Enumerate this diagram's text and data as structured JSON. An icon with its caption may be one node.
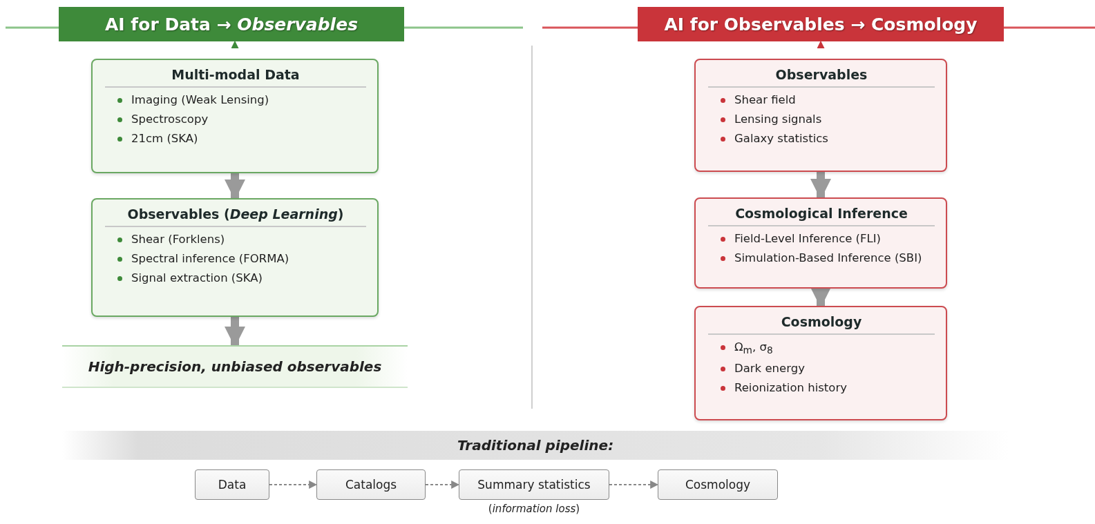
{
  "diagram": {
    "nodes": [
      {
        "text": [
          "AI for Data → *Observables*"
        ]
      },
      {
        "text": [
          "Multi-modal Data",
          "Imaging (Weak Lensing)",
          "Spectroscopy",
          "21cm (SKA)"
        ]
      },
      {
        "text": [
          "Observables (*Deep Learning*)",
          "Shear (Forklens)",
          "Spectral inference (FORMA)",
          "Signal extraction (SKA)"
        ]
      },
      {
        "text": [
          "High-precision, unbiased observables"
        ]
      },
      {
        "text": [
          "AI for Observables → Cosmology"
        ]
      },
      {
        "text": [
          "Observables",
          "Shear field",
          "Lensing signals",
          "Galaxy statistics"
        ]
      },
      {
        "text": [
          "Cosmological Inference",
          "Field-Level Inference (FLI)",
          "Simulation-Based Inference (SBI)"
        ]
      },
      {
        "text": [
          "Cosmology",
          "Ω$_{m}$, σ$_{8}$",
          "Dark energy",
          "Reionization history"
        ]
      },
      {
        "text": [
          "Traditional pipeline:"
        ]
      },
      {
        "text": [
          "Data"
        ]
      },
      {
        "text": [
          "Catalogs"
        ]
      },
      {
        "text": [
          "Summary statistics"
        ],
        "beside": [
          "(*information loss*)"
        ]
      },
      {
        "text": [
          "Cosmology"
        ]
      }
    ],
    "edges": [
      {
        "from": 1,
        "to": 0,
        "arrow": "to",
        "color": "#3e8a3a"
      },
      {
        "from": 1,
        "to": 2,
        "arrow": "to",
        "style": "thick",
        "color": "#9a9a9a"
      },
      {
        "from": 2,
        "to": 3,
        "arrow": "to",
        "style": "thick",
        "color": "#9a9a9a"
      },
      {
        "from": 5,
        "to": 4,
        "arrow": "to",
        "color": "#c9343a"
      },
      {
        "from": 5,
        "to": 6,
        "arrow": "to",
        "style": "thick",
        "color": "#9a9a9a"
      },
      {
        "from": 6,
        "to": 7,
        "arrow": "to",
        "style": "thick",
        "color": "#9a9a9a"
      },
      {
        "from": 9,
        "to": 10,
        "arrow": "to",
        "style": "dashed"
      },
      {
        "from": 10,
        "to": 11,
        "arrow": "to",
        "style": "dashed"
      },
      {
        "from": 11,
        "to": 12,
        "arrow": "to",
        "style": "dashed"
      }
    ]
  }
}
